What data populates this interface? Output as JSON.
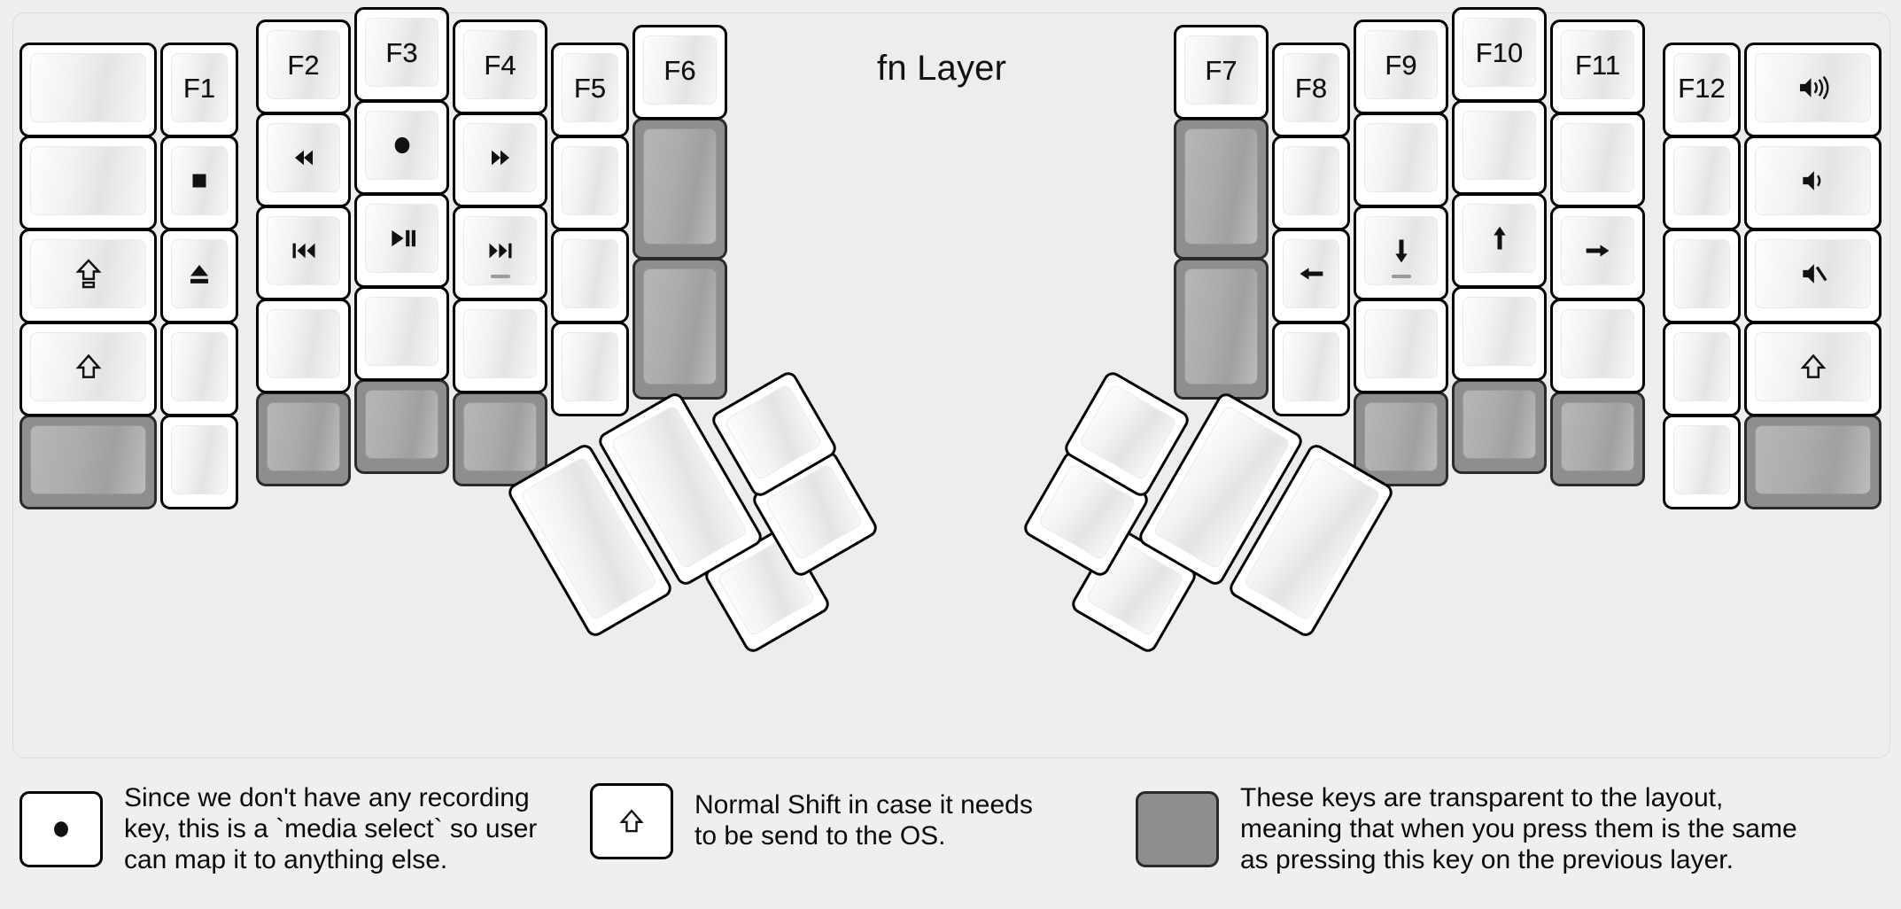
{
  "page": {
    "title": "fn Layer",
    "background": "#efefef",
    "plate_color": "#ededed",
    "key_color": "#ffffff",
    "transparent_key_color": "#8e8e8e",
    "outline_color": "#000000"
  },
  "left_half": {
    "columns": [
      {
        "name": "pinky-outer",
        "keys": [
          {
            "label": "",
            "icon": "",
            "style": "normal"
          },
          {
            "label": "",
            "icon": "",
            "style": "normal"
          },
          {
            "label": "",
            "icon": "caps-lock-icon",
            "style": "normal"
          },
          {
            "label": "",
            "icon": "shift-icon",
            "style": "normal"
          },
          {
            "label": "",
            "icon": "",
            "style": "transparent"
          }
        ]
      },
      {
        "name": "pinky",
        "keys": [
          {
            "label": "F1",
            "icon": "",
            "style": "normal"
          },
          {
            "label": "",
            "icon": "media-stop-icon",
            "style": "normal"
          },
          {
            "label": "",
            "icon": "eject-icon",
            "style": "normal"
          },
          {
            "label": "",
            "icon": "",
            "style": "normal"
          },
          {
            "label": "",
            "icon": "",
            "style": "normal"
          }
        ]
      },
      {
        "name": "ring",
        "keys": [
          {
            "label": "F2",
            "icon": "",
            "style": "normal"
          },
          {
            "label": "",
            "icon": "rewind-icon",
            "style": "normal"
          },
          {
            "label": "",
            "icon": "previous-track-icon",
            "style": "normal"
          },
          {
            "label": "",
            "icon": "",
            "style": "normal"
          },
          {
            "label": "",
            "icon": "",
            "style": "transparent"
          }
        ]
      },
      {
        "name": "middle",
        "keys": [
          {
            "label": "F3",
            "icon": "",
            "style": "normal"
          },
          {
            "label": "",
            "icon": "record-icon",
            "style": "normal"
          },
          {
            "label": "",
            "icon": "play-pause-icon",
            "style": "normal"
          },
          {
            "label": "",
            "icon": "",
            "style": "normal"
          },
          {
            "label": "",
            "icon": "",
            "style": "transparent"
          }
        ]
      },
      {
        "name": "index",
        "keys": [
          {
            "label": "F4",
            "icon": "",
            "style": "normal"
          },
          {
            "label": "",
            "icon": "fast-forward-icon",
            "style": "normal"
          },
          {
            "label": "",
            "icon": "next-track-icon",
            "style": "normal",
            "homing": true
          },
          {
            "label": "",
            "icon": "",
            "style": "normal"
          },
          {
            "label": "",
            "icon": "",
            "style": "transparent"
          }
        ]
      },
      {
        "name": "index-inner",
        "keys": [
          {
            "label": "F5",
            "icon": "",
            "style": "normal"
          },
          {
            "label": "",
            "icon": "",
            "style": "normal"
          },
          {
            "label": "",
            "icon": "",
            "style": "normal"
          },
          {
            "label": "",
            "icon": "",
            "style": "normal"
          }
        ]
      },
      {
        "name": "inner",
        "keys": [
          {
            "label": "F6",
            "icon": "",
            "style": "normal"
          },
          {
            "label": "",
            "icon": "",
            "style": "transparent",
            "size": "1.5u"
          },
          {
            "label": "",
            "icon": "",
            "style": "transparent",
            "size": "1.5u"
          }
        ]
      }
    ],
    "thumb_cluster": [
      {
        "name": "thumb-big-1",
        "label": "",
        "style": "normal",
        "size": "2u"
      },
      {
        "name": "thumb-big-2",
        "label": "",
        "style": "normal",
        "size": "2u"
      },
      {
        "name": "thumb-small-1",
        "label": "",
        "style": "normal",
        "size": "1u"
      },
      {
        "name": "thumb-small-2",
        "label": "",
        "style": "normal",
        "size": "1u"
      },
      {
        "name": "thumb-small-3",
        "label": "",
        "style": "normal",
        "size": "1u"
      }
    ]
  },
  "right_half": {
    "columns": [
      {
        "name": "inner",
        "keys": [
          {
            "label": "F7",
            "icon": "",
            "style": "normal"
          },
          {
            "label": "",
            "icon": "",
            "style": "transparent",
            "size": "1.5u"
          },
          {
            "label": "",
            "icon": "",
            "style": "transparent",
            "size": "1.5u"
          }
        ]
      },
      {
        "name": "index-inner",
        "keys": [
          {
            "label": "F8",
            "icon": "",
            "style": "normal"
          },
          {
            "label": "",
            "icon": "",
            "style": "normal"
          },
          {
            "label": "",
            "icon": "arrow-left-icon",
            "style": "normal"
          },
          {
            "label": "",
            "icon": "",
            "style": "normal"
          }
        ]
      },
      {
        "name": "index",
        "keys": [
          {
            "label": "F9",
            "icon": "",
            "style": "normal"
          },
          {
            "label": "",
            "icon": "",
            "style": "normal"
          },
          {
            "label": "",
            "icon": "arrow-down-icon",
            "style": "normal",
            "homing": true
          },
          {
            "label": "",
            "icon": "",
            "style": "normal"
          },
          {
            "label": "",
            "icon": "",
            "style": "transparent"
          }
        ]
      },
      {
        "name": "middle",
        "keys": [
          {
            "label": "F10",
            "icon": "",
            "style": "normal"
          },
          {
            "label": "",
            "icon": "",
            "style": "normal"
          },
          {
            "label": "",
            "icon": "arrow-up-icon",
            "style": "normal"
          },
          {
            "label": "",
            "icon": "",
            "style": "normal"
          },
          {
            "label": "",
            "icon": "",
            "style": "transparent"
          }
        ]
      },
      {
        "name": "ring",
        "keys": [
          {
            "label": "F11",
            "icon": "",
            "style": "normal"
          },
          {
            "label": "",
            "icon": "",
            "style": "normal"
          },
          {
            "label": "",
            "icon": "arrow-right-icon",
            "style": "normal"
          },
          {
            "label": "",
            "icon": "",
            "style": "normal"
          },
          {
            "label": "",
            "icon": "",
            "style": "transparent"
          }
        ]
      },
      {
        "name": "pinky",
        "keys": [
          {
            "label": "F12",
            "icon": "",
            "style": "normal"
          },
          {
            "label": "",
            "icon": "",
            "style": "normal"
          },
          {
            "label": "",
            "icon": "",
            "style": "normal"
          },
          {
            "label": "",
            "icon": "",
            "style": "normal"
          },
          {
            "label": "",
            "icon": "",
            "style": "normal"
          }
        ]
      },
      {
        "name": "pinky-outer",
        "keys": [
          {
            "label": "",
            "icon": "volume-up-icon",
            "style": "normal"
          },
          {
            "label": "",
            "icon": "volume-down-icon",
            "style": "normal"
          },
          {
            "label": "",
            "icon": "mute-icon",
            "style": "normal"
          },
          {
            "label": "",
            "icon": "shift-icon",
            "style": "normal"
          },
          {
            "label": "",
            "icon": "",
            "style": "transparent"
          }
        ]
      }
    ],
    "thumb_cluster": [
      {
        "name": "thumb-big-1",
        "label": "",
        "style": "normal",
        "size": "2u"
      },
      {
        "name": "thumb-big-2",
        "label": "",
        "style": "normal",
        "size": "2u"
      },
      {
        "name": "thumb-small-1",
        "label": "",
        "style": "normal",
        "size": "1u"
      },
      {
        "name": "thumb-small-2",
        "label": "",
        "style": "normal",
        "size": "1u"
      },
      {
        "name": "thumb-small-3",
        "label": "",
        "style": "normal",
        "size": "1u"
      }
    ]
  },
  "legend": [
    {
      "icon": "record-icon",
      "key_style": "normal",
      "text": "Since we don't have any recording\nkey, this is a `media select` so user\ncan map it to anything else."
    },
    {
      "icon": "shift-icon",
      "key_style": "normal",
      "text": "Normal Shift in case it needs\nto be send to the OS."
    },
    {
      "icon": "",
      "key_style": "transparent",
      "text": "These keys are transparent to the layout,\nmeaning that when you press them is the same\nas pressing this key on the previous layer."
    }
  ]
}
